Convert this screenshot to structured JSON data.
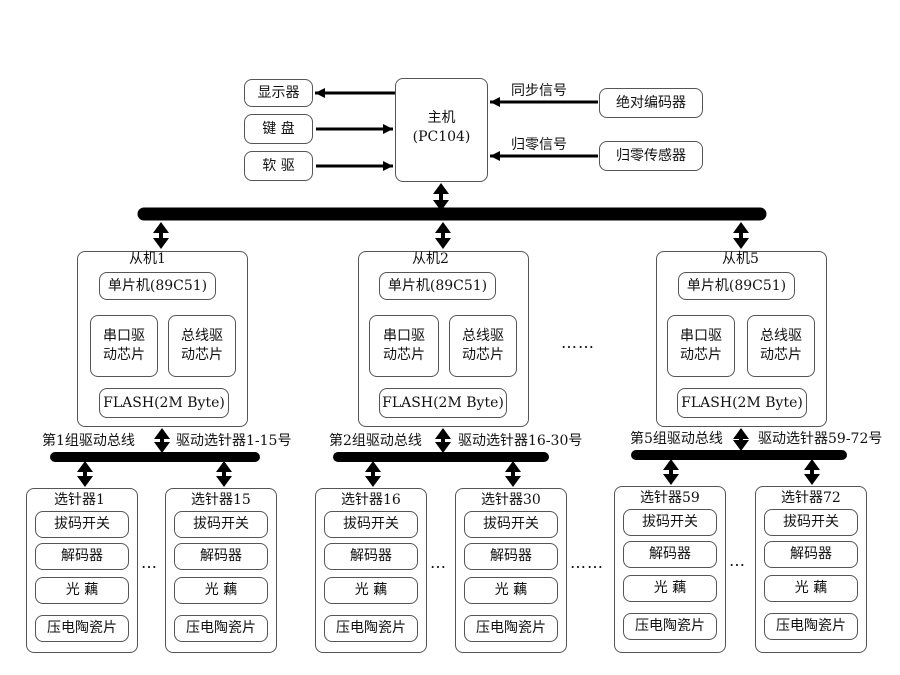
{
  "host": {
    "title": "主机",
    "subtitle": "(PC104)",
    "peripherals": [
      "显示器",
      "键 盘",
      "软 驱"
    ],
    "sync_signal": "同步信号",
    "zero_signal": "归零信号",
    "encoder": "绝对编码器",
    "zero_sensor": "归零传感器"
  },
  "slaves": [
    {
      "name": "从机1",
      "mcu": "单片机(89C51)",
      "serial": "串口驱\n动芯片",
      "bus": "总线驱\n动芯片",
      "flash": "FLASH(2M Byte)",
      "bus_label": "第1组驱动总线",
      "range_label": "驱动选针器1-15号"
    },
    {
      "name": "从机2",
      "mcu": "单片机(89C51)",
      "serial": "串口驱\n动芯片",
      "bus": "总线驱\n动芯片",
      "flash": "FLASH(2M Byte)",
      "bus_label": "第2组驱动总线",
      "range_label": "驱动选针器16-30号"
    },
    {
      "name": "从机5",
      "mcu": "单片机(89C51)",
      "serial": "串口驱\n动芯片",
      "bus": "总线驱\n动芯片",
      "flash": "FLASH(2M Byte)",
      "bus_label": "第5组驱动总线",
      "range_label": "驱动选针器59-72号"
    }
  ],
  "slave_ellipsis": "……",
  "selectors": [
    {
      "name": "选针器1",
      "items": [
        "拔码开关",
        "解码器",
        "光 藕",
        "压电陶瓷片"
      ]
    },
    {
      "name": "选针器15",
      "items": [
        "拔码开关",
        "解码器",
        "光 藕",
        "压电陶瓷片"
      ]
    },
    {
      "name": "选针器16",
      "items": [
        "拔码开关",
        "解码器",
        "光 藕",
        "压电陶瓷片"
      ]
    },
    {
      "name": "选针器30",
      "items": [
        "拔码开关",
        "解码器",
        "光 藕",
        "压电陶瓷片"
      ]
    },
    {
      "name": "选针器59",
      "items": [
        "拔码开关",
        "解码器",
        "光 藕",
        "压电陶瓷片"
      ]
    },
    {
      "name": "选针器72",
      "items": [
        "拔码开关",
        "解码器",
        "光 藕",
        "压电陶瓷片"
      ]
    }
  ],
  "selector_ellipsis": [
    "…",
    "…",
    "……",
    "…"
  ]
}
